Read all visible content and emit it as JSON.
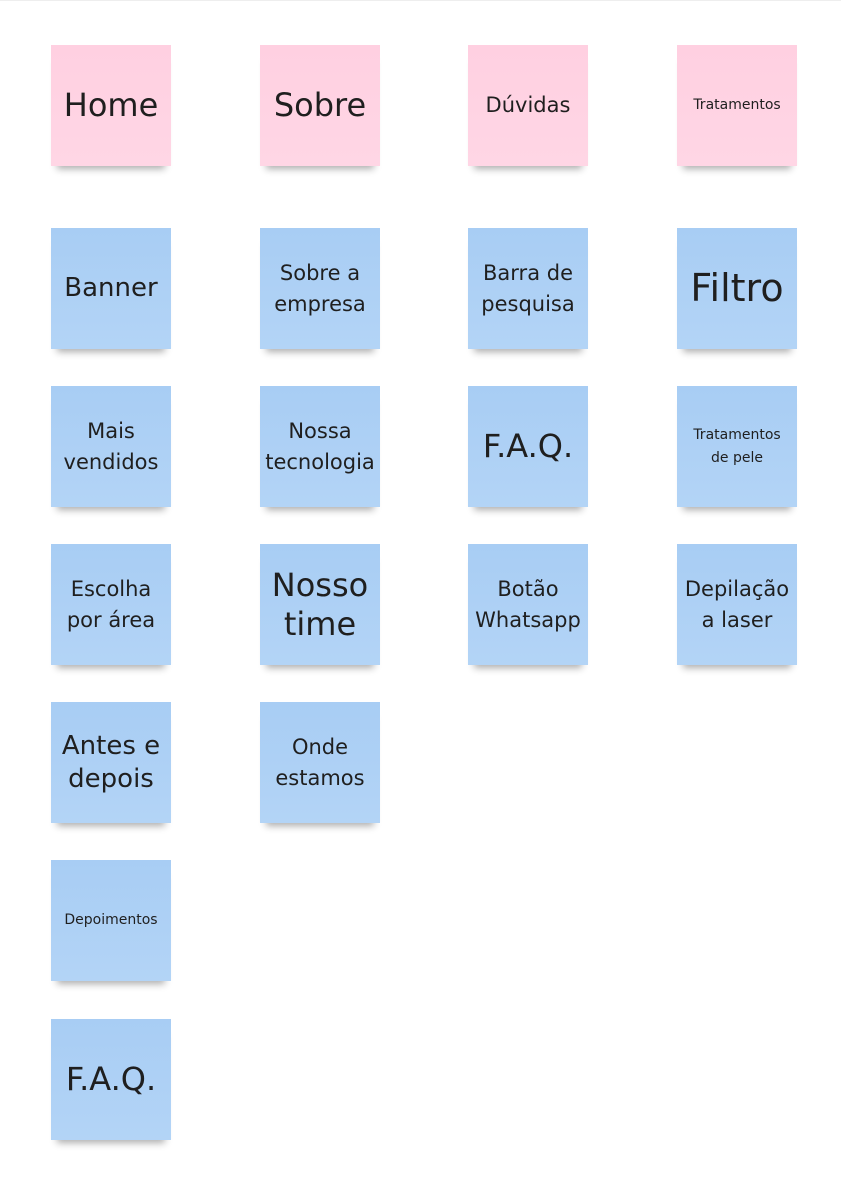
{
  "columns": [
    {
      "header": "Home",
      "items": [
        "Banner",
        "Mais vendidos",
        "Escolha por área",
        "Antes e depois",
        "Depoimentos",
        "F.A.Q."
      ]
    },
    {
      "header": "Sobre",
      "items": [
        "Sobre a empresa",
        "Nossa tecnologia",
        "Nosso time",
        "Onde estamos"
      ]
    },
    {
      "header": "Dúvidas",
      "items": [
        "Barra de pesquisa",
        "F.A.Q.",
        "Botão Whatsapp"
      ]
    },
    {
      "header": "Tratamentos",
      "items": [
        "Filtro",
        "Tratamentos de pele",
        "Depilação a laser"
      ]
    }
  ],
  "colors": {
    "header_note": "#ffd0e1",
    "item_note": "#a8cdf4",
    "text": "#1f1f1f"
  }
}
